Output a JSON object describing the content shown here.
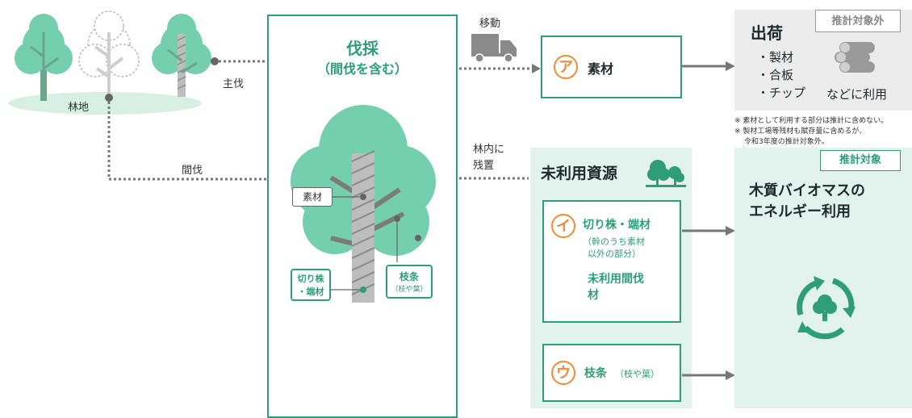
{
  "left": {
    "forest_label": "林地",
    "final_cut_label": "主伐",
    "thinning_label": "間伐"
  },
  "harvest": {
    "title": "伐採",
    "subtitle": "（間伐を含む）",
    "tag_timber": "素材",
    "tag_stump_line1": "切り株",
    "tag_stump_line2": "・端材",
    "tag_branch_main": "枝条",
    "tag_branch_sub": "（枝や葉）"
  },
  "flow": {
    "move_label": "移動",
    "leave_line1": "林内に",
    "leave_line2": "残置"
  },
  "material_a": {
    "letter": "ア",
    "label": "素材"
  },
  "shipping": {
    "title": "出荷",
    "badge": "推計対象外",
    "items": [
      "・製材",
      "・合板",
      "・チップ"
    ],
    "use_label": "などに利用",
    "note1": "※ 素材として利用する部分は推計に含めない。",
    "note2": "※ 製材工場等残材も賦存量に含めるが、",
    "note3": "令和3年度の推計対象外。"
  },
  "unused": {
    "title": "未利用資源",
    "item_i": {
      "letter": "イ",
      "label": "切り株・端材",
      "sub1": "（幹のうち素材",
      "sub2": "以外の部分）",
      "extra1": "未利用間伐",
      "extra2": "材"
    },
    "item_u": {
      "letter": "ウ",
      "label": "枝条",
      "sub": "（枝や葉）"
    }
  },
  "biomass": {
    "badge": "推計対象",
    "line1": "木質バイオマスの",
    "line2": "エネルギー利用"
  },
  "colors": {
    "accent": "#2e9e78",
    "orange": "#f08b3a",
    "light": "#e2f3ed",
    "tree": "#74cfae"
  }
}
